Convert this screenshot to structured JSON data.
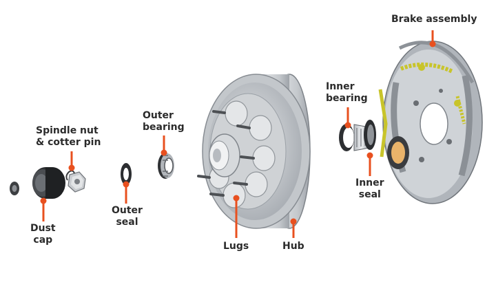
{
  "labels": {
    "brake_assembly": "Brake assembly",
    "inner_bearing": "Inner\nbearing",
    "outer_bearing": "Outer\nbearing",
    "spindle_nut": "Spindle nut\n& cotter pin",
    "outer_seal": "Outer\nseal",
    "dust_cap": "Dust\ncap",
    "inner_seal": "Inner\nseal",
    "lugs": "Lugs",
    "hub": "Hub"
  },
  "colors": {
    "leader": "#e8501f",
    "text": "#2b2b2b",
    "metal_light": "#d7dade",
    "metal_mid": "#a9aeb4",
    "metal_dark": "#5d6166",
    "spring_yellow": "#c8c42a",
    "brake_pad": "#e9b36a"
  }
}
